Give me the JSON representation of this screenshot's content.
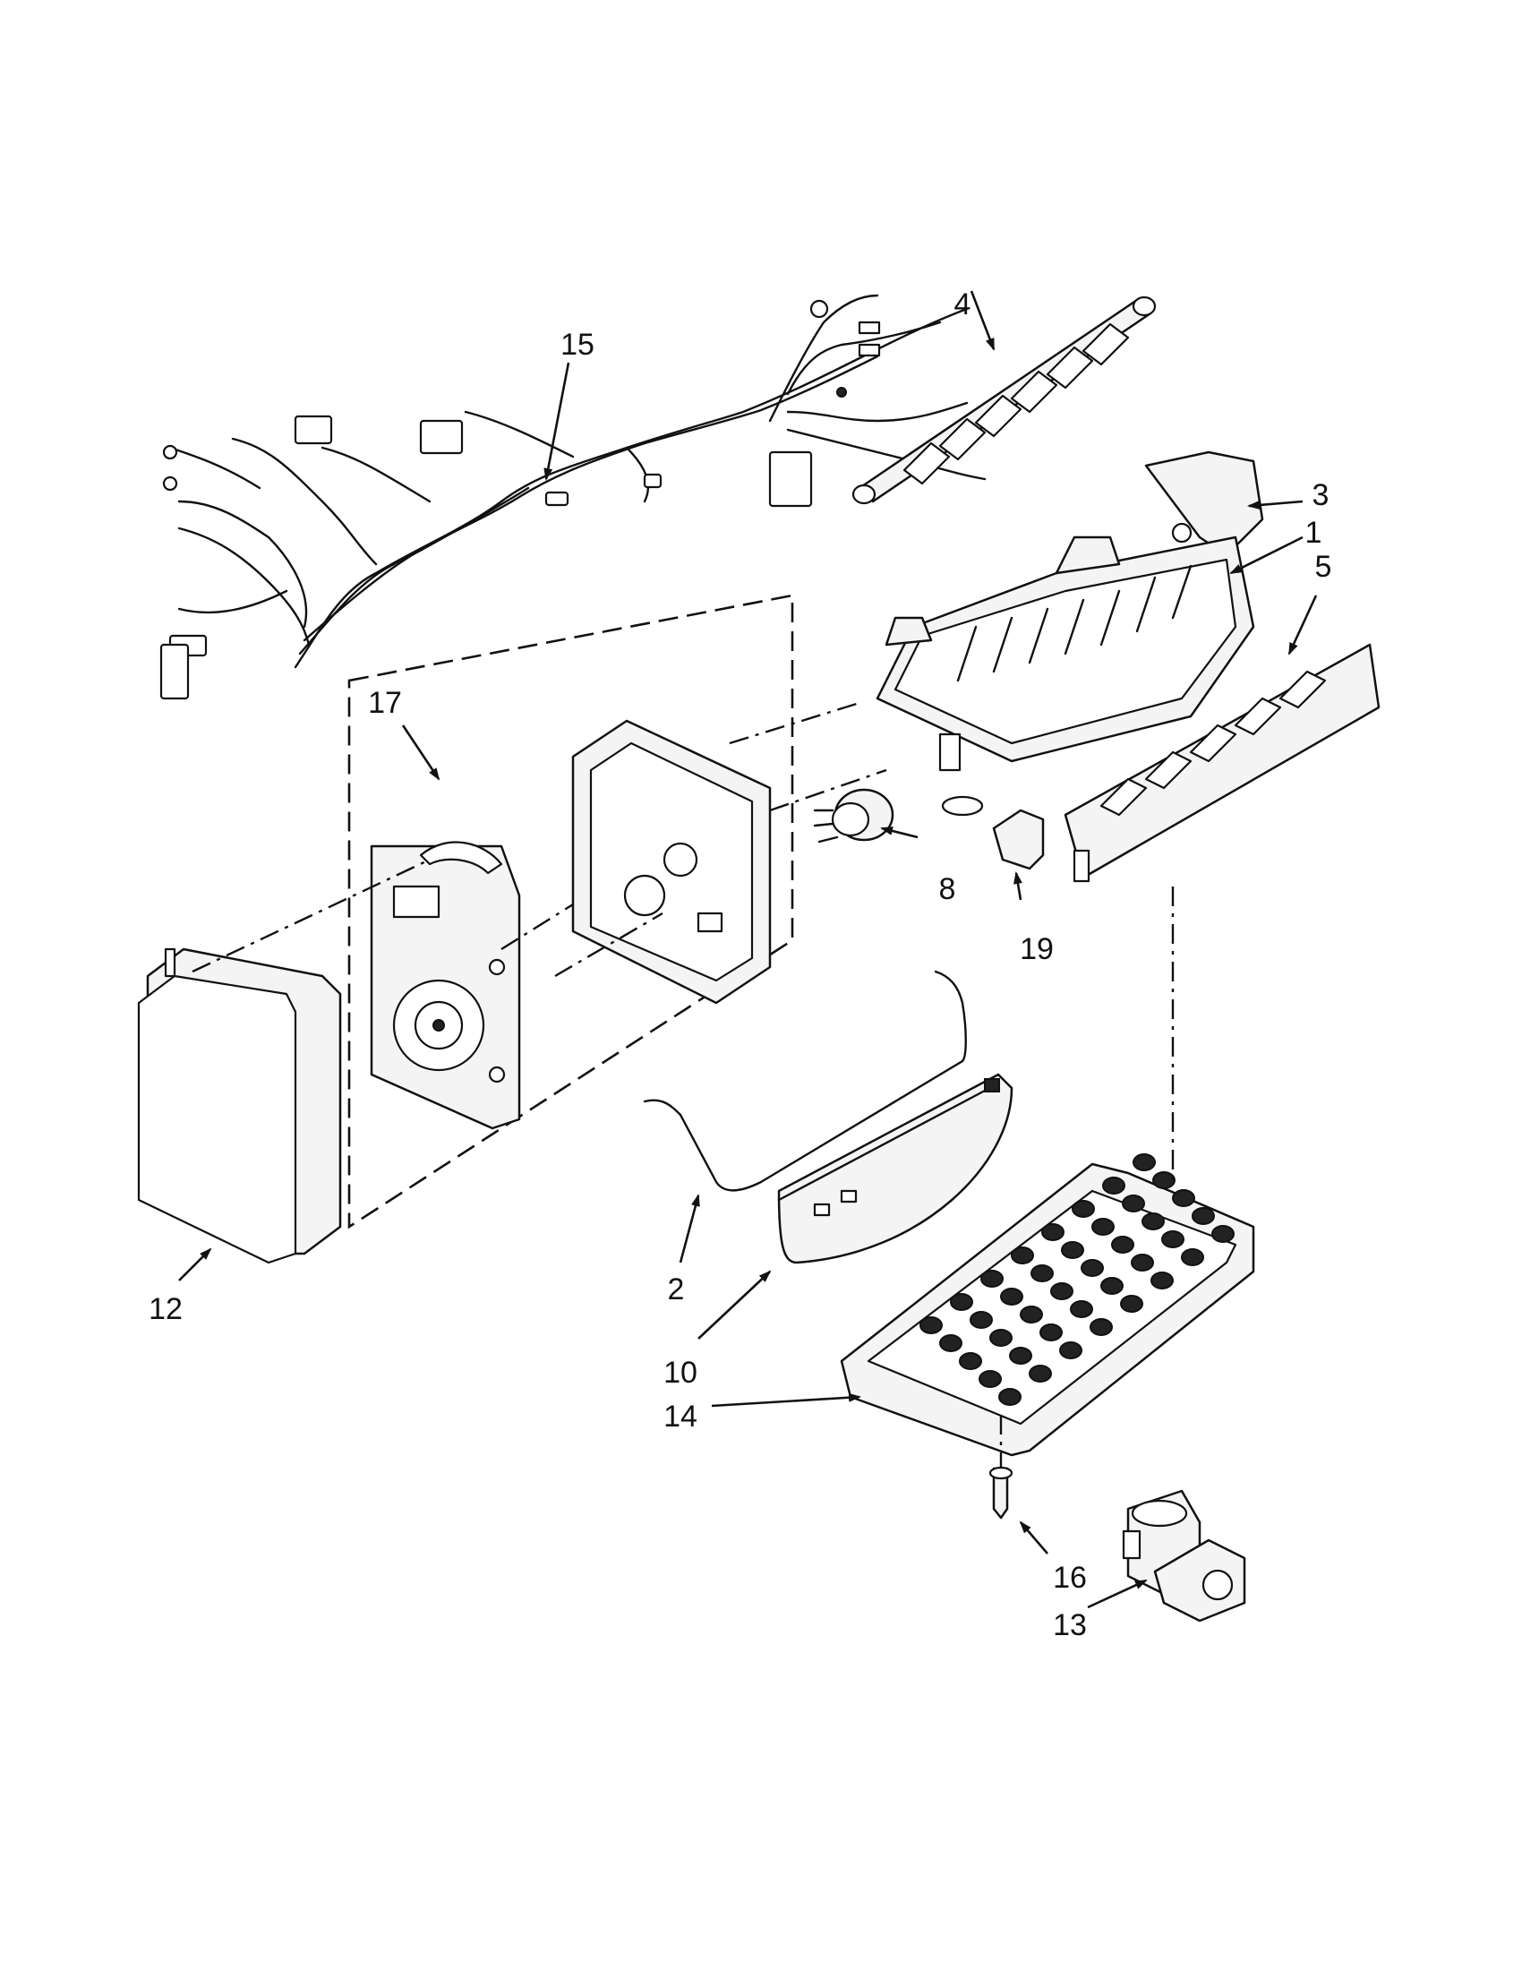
{
  "callouts": [
    {
      "id": "c1",
      "label": "1"
    },
    {
      "id": "c2",
      "label": "2"
    },
    {
      "id": "c3",
      "label": "3"
    },
    {
      "id": "c4",
      "label": "4"
    },
    {
      "id": "c5",
      "label": "5"
    },
    {
      "id": "c8",
      "label": "8"
    },
    {
      "id": "c10",
      "label": "10"
    },
    {
      "id": "c12",
      "label": "12"
    },
    {
      "id": "c13",
      "label": "13"
    },
    {
      "id": "c14",
      "label": "14"
    },
    {
      "id": "c15",
      "label": "15"
    },
    {
      "id": "c16",
      "label": "16"
    },
    {
      "id": "c17",
      "label": "17"
    },
    {
      "id": "c19",
      "label": "19"
    }
  ]
}
